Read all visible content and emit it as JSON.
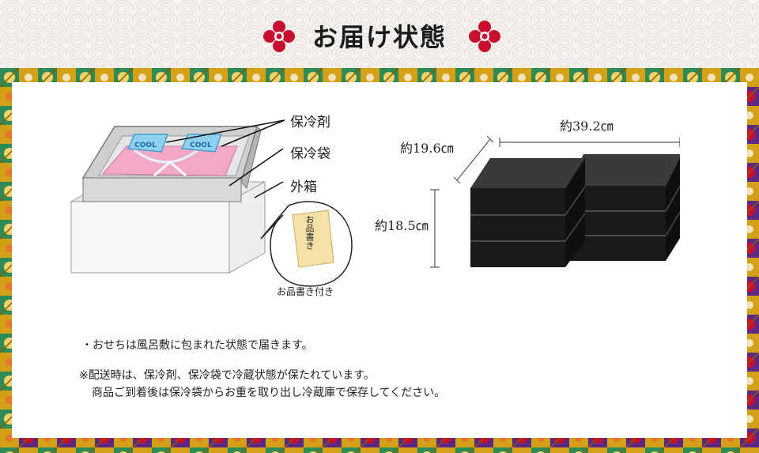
{
  "header": {
    "title": "お届け状態"
  },
  "diagram_left": {
    "labels": {
      "ice_pack": "保冷剤",
      "cool_bag": "保冷袋",
      "outer_box": "外箱"
    },
    "ice_pack_text": "COOL",
    "menu_card_text": "お品書き",
    "menu_card_caption": "お品書き付き"
  },
  "diagram_right": {
    "width": "約39.2㎝",
    "depth": "約19.6㎝",
    "height": "約18.5㎝"
  },
  "notes": {
    "line1": "・おせちは風呂敷に包まれた状態で届きます。",
    "line2": "※配送時は、保冷剤、保冷袋で冷蔵状態が保たれています。",
    "line3": "商品ご到着後は保冷袋からお重を取り出し冷蔵庫で保存してください。"
  },
  "colors": {
    "accent_red": "#c8102e",
    "wrap_pink": "#f4a8c8",
    "ice_blue": "#8fd0f0",
    "box_black": "#1a1a1a",
    "border_gold": "#d4a017",
    "border_green": "#2e8b57",
    "border_purple": "#5a2a82"
  }
}
